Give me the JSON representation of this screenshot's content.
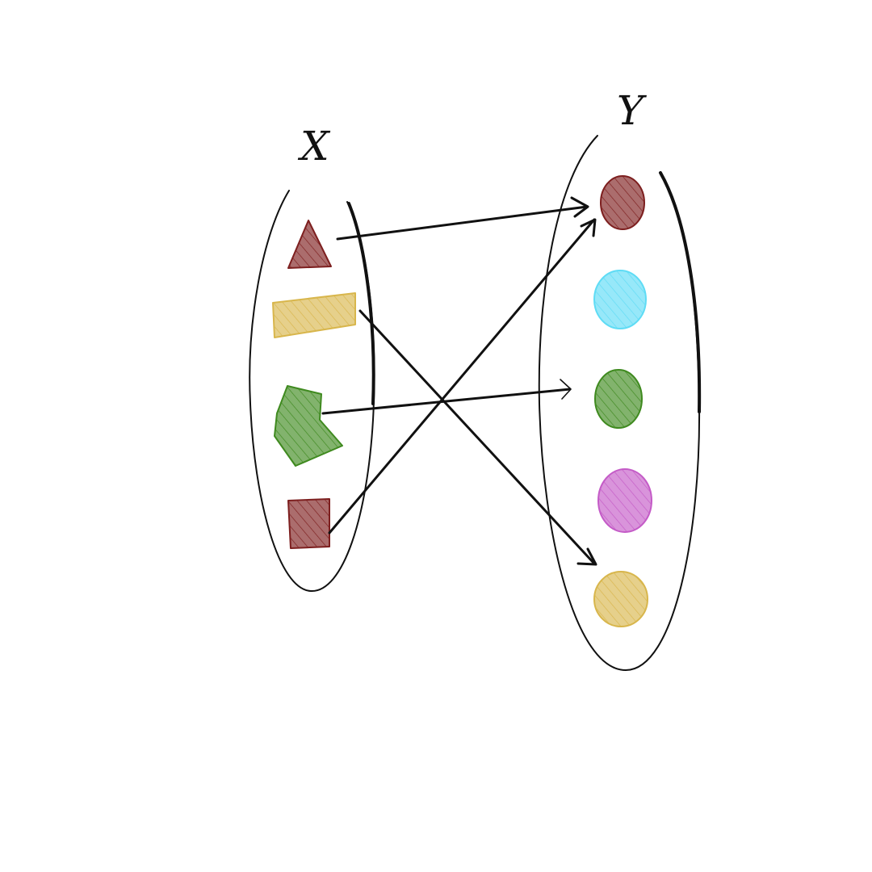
{
  "sets": {
    "domain": {
      "label": "X"
    },
    "codomain": {
      "label": "Y"
    }
  },
  "colors": {
    "dark_red": "#7d1f1f",
    "mustard": "#d8b64c",
    "green": "#3f8a1f",
    "cyan": "#5fdcf5",
    "magenta": "#c45bc7",
    "ink": "#111111"
  },
  "domain_elements": [
    {
      "id": "triangle",
      "shape": "triangle",
      "color": "dark_red"
    },
    {
      "id": "rectangle",
      "shape": "rectangle",
      "color": "mustard"
    },
    {
      "id": "blob",
      "shape": "irregular-pentagon",
      "color": "green"
    },
    {
      "id": "square",
      "shape": "square",
      "color": "dark_red"
    }
  ],
  "codomain_elements": [
    {
      "id": "dot-dark-red",
      "shape": "circle",
      "color": "dark_red"
    },
    {
      "id": "dot-cyan",
      "shape": "circle",
      "color": "cyan"
    },
    {
      "id": "dot-green",
      "shape": "circle",
      "color": "green"
    },
    {
      "id": "dot-magenta",
      "shape": "circle",
      "color": "magenta"
    },
    {
      "id": "dot-mustard",
      "shape": "circle",
      "color": "mustard"
    }
  ],
  "mappings": [
    {
      "from": "triangle",
      "to": "dot-dark-red"
    },
    {
      "from": "rectangle",
      "to": "dot-mustard"
    },
    {
      "from": "blob",
      "to": "dot-green"
    },
    {
      "from": "square",
      "to": "dot-dark-red"
    }
  ]
}
